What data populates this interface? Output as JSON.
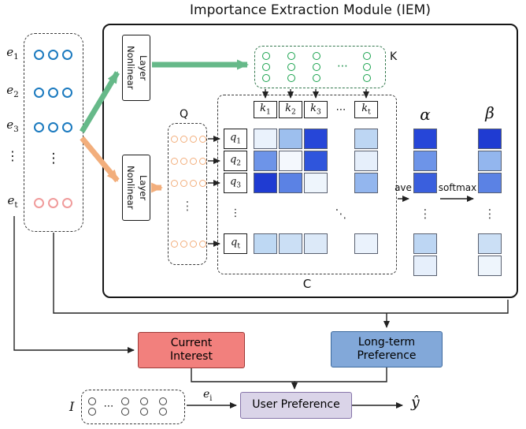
{
  "title": "Importance Extraction Module (IEM)",
  "nonlinear_layer": {
    "line1": "Nonlinear",
    "line2": "Layer"
  },
  "labels": {
    "K": "K",
    "Q": "Q",
    "C": "C",
    "alpha": "α",
    "beta": "β",
    "ave": "ave",
    "softmax": "softmax",
    "I": "I",
    "e_i_base": "e",
    "e_i_sub": "i",
    "y_hat": "ŷ"
  },
  "embedding_panel": {
    "labels": [
      {
        "base": "e",
        "sub": "1"
      },
      {
        "base": "e",
        "sub": "2"
      },
      {
        "base": "e",
        "sub": "3"
      },
      {
        "dots": "⋮"
      },
      {
        "base": "e",
        "sub": "t"
      }
    ],
    "rows": [
      {
        "type": "circles",
        "count": 3,
        "color": "#1B7ABF"
      },
      {
        "type": "circles",
        "count": 3,
        "color": "#1B7ABF"
      },
      {
        "type": "circles",
        "count": 3,
        "color": "#1B7ABF"
      },
      {
        "type": "dots",
        "glyph": "⋮"
      },
      {
        "type": "circles",
        "count": 3,
        "color": "#F09B9B"
      }
    ]
  },
  "k_panel": {
    "columns": 4,
    "circles_per_column": 3,
    "color": "#18A24D",
    "dots": "⋯"
  },
  "q_panel": {
    "rows": 4,
    "circles_per_row": 4,
    "color": "#F2AE7C",
    "dots": "⋮"
  },
  "matrix": {
    "col_headers": [
      {
        "base": "k",
        "sub": "1"
      },
      {
        "base": "k",
        "sub": "2"
      },
      {
        "base": "k",
        "sub": "3"
      },
      {
        "dots": "⋯"
      },
      {
        "base": "k",
        "sub": "t"
      }
    ],
    "row_headers": [
      {
        "base": "q",
        "sub": "1"
      },
      {
        "base": "q",
        "sub": "2"
      },
      {
        "base": "q",
        "sub": "3"
      },
      {
        "dots": "⋮"
      },
      {
        "base": "q",
        "sub": "t"
      }
    ],
    "cells": [
      [
        "#EAF2FC",
        "#9DBFEE",
        "#2646D8",
        null,
        "#BDD6F3"
      ],
      [
        "#6D94E8",
        "#F4F8FD",
        "#2F55DC",
        null,
        "#E6EFFB"
      ],
      [
        "#1F3BD2",
        "#5B82E4",
        "#EEF5FC",
        null,
        "#93B6EE"
      ],
      "dots",
      [
        "#BED8F3",
        "#CBDFF5",
        "#DCE9F8",
        null,
        "#EAF2FC"
      ]
    ],
    "diag_dots": "⋱"
  },
  "alpha_cells": [
    "#2646D8",
    "#6D94E8",
    "#3A5FDD",
    "dots",
    "#BDD6F3",
    "#E6EFFB"
  ],
  "beta_cells": [
    "#1F3BD2",
    "#93B6EE",
    "#5B82E4",
    "dots",
    "#CBDFF5",
    "#EEF5FC"
  ],
  "stage_boxes": {
    "current_interest": "Current Interest",
    "long_term_preference": "Long-term Preference",
    "user_preference": "User Preference"
  },
  "i_panel": {
    "pairs": 4,
    "circles_per_pair": 2,
    "dots": "⋯",
    "color": "#3B3B3B"
  },
  "arrow_colors": {
    "green": "#66B989",
    "orange": "#F2AE7C",
    "line": "#222222"
  }
}
